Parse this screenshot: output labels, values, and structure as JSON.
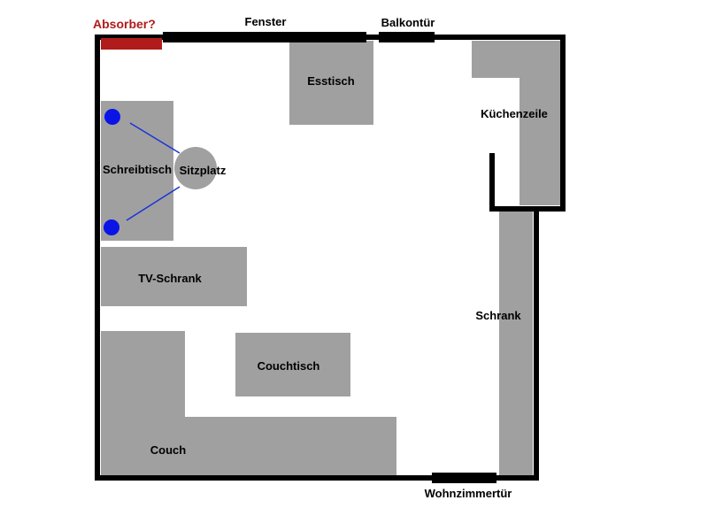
{
  "colors": {
    "wall": "#000000",
    "furniture": "#a0a0a0",
    "absorber": "#b01b1b",
    "speaker": "#0a14e6",
    "line": "#1a33d9",
    "background": "#ffffff"
  },
  "labels": {
    "absorber": "Absorber?",
    "fenster": "Fenster",
    "balkontuer": "Balkontür",
    "esstisch": "Esstisch",
    "kuechenzeile": "Küchenzeile",
    "schreibtisch": "Schreibtisch",
    "sitzplatz": "Sitzplatz",
    "tv_schrank": "TV-Schrank",
    "schrank": "Schrank",
    "couchtisch": "Couchtisch",
    "couch": "Couch",
    "wohnzimmertuer": "Wohnzimmertür"
  }
}
